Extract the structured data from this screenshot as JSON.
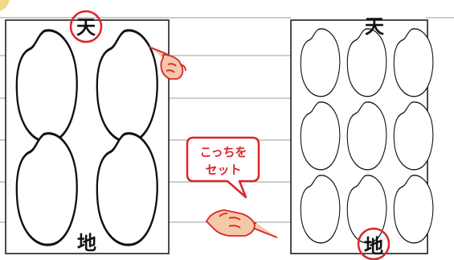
{
  "left_sheet": {
    "top_label": "天",
    "bottom_label": "地"
  },
  "right_sheet": {
    "top_label": "天",
    "bottom_label": "地"
  },
  "callout": {
    "line1": "こっちを",
    "line2": "セット"
  },
  "colors": {
    "accent": "#d8262c",
    "outline": "#111111",
    "guide_line": "#9a9a9a",
    "skin": "#f4c9a8"
  },
  "icons": [
    "pointing-hand-icon",
    "pointing-hand-icon",
    "speech-bubble-icon",
    "highlight-circle-icon"
  ]
}
